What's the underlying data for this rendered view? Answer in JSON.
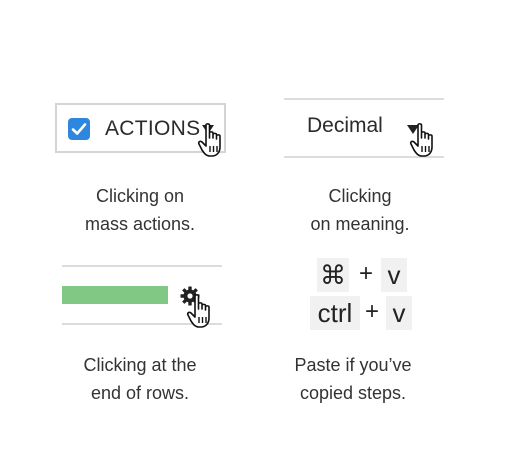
{
  "actions_dropdown": {
    "label": "ACTIONS",
    "checked": true,
    "caption_line1": "Clicking on",
    "caption_line2": "mass actions."
  },
  "meaning_dropdown": {
    "label": "Decimal",
    "caption_line1": "Clicking",
    "caption_line2": "on meaning."
  },
  "row_settings": {
    "caption_line1": "Clicking at the",
    "caption_line2": "end of rows."
  },
  "paste_shortcut": {
    "mac_modifier": "⌘",
    "plus": "+",
    "key": "v",
    "win_modifier": "ctrl",
    "caption_line1": "Paste if you’ve",
    "caption_line2": "copied steps."
  },
  "icons": [
    "checkbox-checked-icon",
    "caret-down-icon",
    "hand-pointer-icon",
    "gear-icon"
  ]
}
